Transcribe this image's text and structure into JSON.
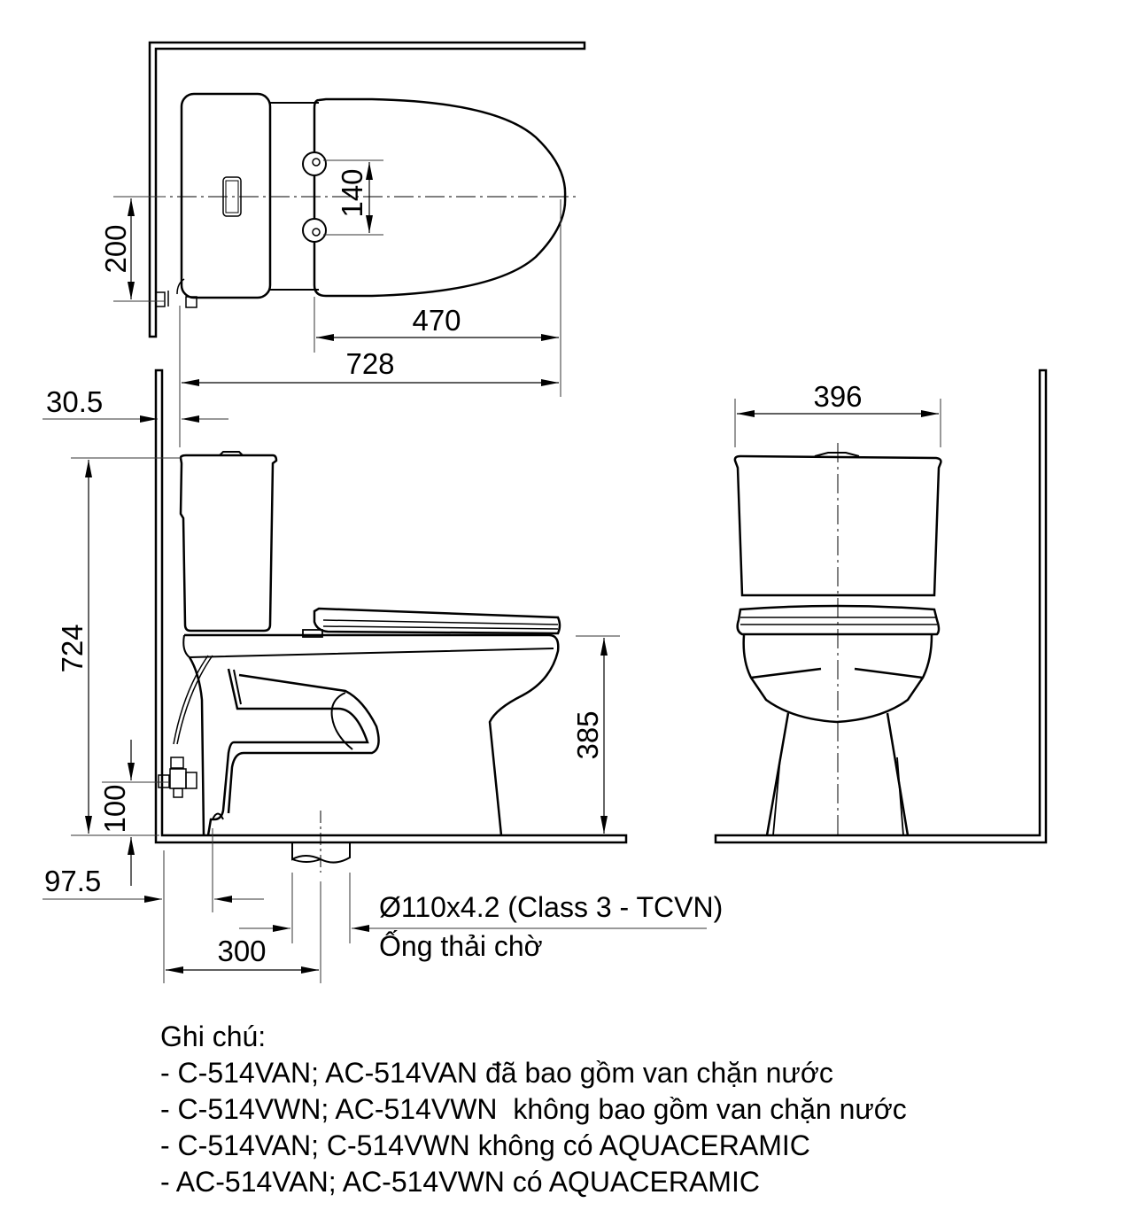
{
  "dimensions": {
    "top_view": {
      "offset_200": "200",
      "hinge_spacing_140": "140",
      "seat_length_470": "470",
      "overall_length_728": "728"
    },
    "side_view": {
      "wall_gap_30_5": "30.5",
      "height_724": "724",
      "seat_height_385": "385",
      "inlet_height_100": "100",
      "inlet_offset_97_5": "97.5",
      "rough_in_300": "300"
    },
    "front_view": {
      "width_396": "396"
    }
  },
  "pipe": {
    "spec": "Ø110x4.2 (Class 3 - TCVN)",
    "name": "Ống thải chờ"
  },
  "notes": {
    "title": "Ghi chú:",
    "items": [
      "- C-514VAN; AC-514VAN đã bao gồm van chặn nước",
      "- C-514VWN; AC-514VWN  không bao gồm van chặn nước",
      "- C-514VAN; C-514VWN không có AQUACERAMIC",
      "- AC-514VAN; AC-514VWN có AQUACERAMIC"
    ]
  },
  "colors": {
    "line": "#000000",
    "background": "#ffffff",
    "dimension_line": "#333333"
  }
}
